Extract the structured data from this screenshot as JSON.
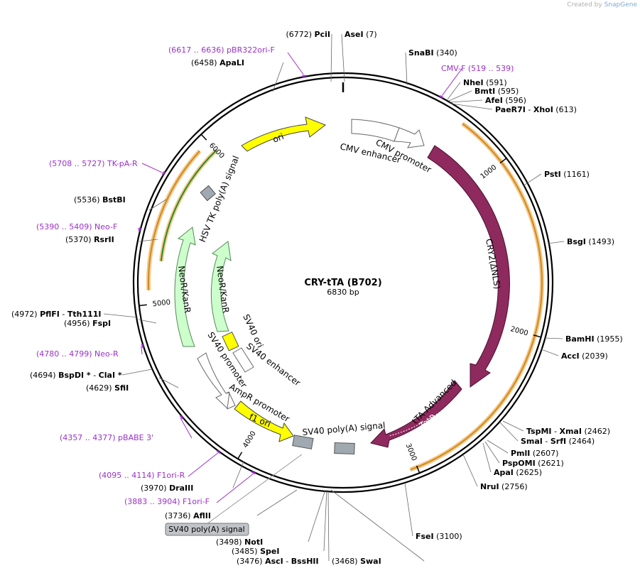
{
  "credit": {
    "prefix": "Created by",
    "brand": "SnapGene"
  },
  "plasmid": {
    "name": "CRY-tTA (B702)",
    "length_label": "6830 bp",
    "length": 6830
  },
  "colors": {
    "backbone": "#000000",
    "cry2": "#8e2a5e",
    "ori": "#ffff00",
    "neo": "#ccffcc",
    "primer": "#9b30c8",
    "orf": "#f0a030",
    "polyA": "#a0a8b0"
  },
  "ticks": [
    {
      "pos": 1000,
      "label": "1000"
    },
    {
      "pos": 2000,
      "label": "2000"
    },
    {
      "pos": 3000,
      "label": "3000"
    },
    {
      "pos": 4000,
      "label": "4000"
    },
    {
      "pos": 5000,
      "label": "5000"
    },
    {
      "pos": 6000,
      "label": "6000"
    }
  ],
  "sites": [
    {
      "name": "PciI",
      "pos_label": "(6772)"
    },
    {
      "name": "AseI",
      "pos_label": "(7)"
    },
    {
      "name": "SnaBI",
      "pos_label": "(340)"
    },
    {
      "name": "NheI",
      "pos_label": "(591)"
    },
    {
      "name": "BmtI",
      "pos_label": "(595)"
    },
    {
      "name": "AfeI",
      "pos_label": "(596)"
    },
    {
      "name": "PaeR7I",
      "name2": "XhoI",
      "pos_label": "(613)"
    },
    {
      "name": "PstI",
      "pos_label": "(1161)"
    },
    {
      "name": "BsgI",
      "pos_label": "(1493)"
    },
    {
      "name": "BamHI",
      "pos_label": "(1955)"
    },
    {
      "name": "AccI",
      "pos_label": "(2039)"
    },
    {
      "name": "TspMI",
      "name2": "XmaI",
      "pos_label": "(2462)"
    },
    {
      "name": "SmaI",
      "name2": "SrfI",
      "pos_label": "(2464)"
    },
    {
      "name": "PmlI",
      "pos_label": "(2607)"
    },
    {
      "name": "PspOMI",
      "pos_label": "(2621)"
    },
    {
      "name": "ApaI",
      "pos_label": "(2625)"
    },
    {
      "name": "NruI",
      "pos_label": "(2756)"
    },
    {
      "name": "FseI",
      "pos_label": "(3100)"
    },
    {
      "name": "SwaI",
      "pos_label": "(3468)"
    },
    {
      "name": "AscI",
      "name2": "BssHII",
      "pos_label": "(3476)"
    },
    {
      "name": "SpeI",
      "pos_label": "(3485)"
    },
    {
      "name": "NotI",
      "pos_label": "(3498)"
    },
    {
      "name": "AflII",
      "pos_label": "(3736)"
    },
    {
      "name": "DraIII",
      "pos_label": "(3970)"
    },
    {
      "name": "SfiI",
      "pos_label": "(4629)"
    },
    {
      "name": "BspDI *",
      "name2": "ClaI *",
      "pos_label": "(4694)"
    },
    {
      "name": "FspI",
      "pos_label": "(4956)"
    },
    {
      "name": "PflFI",
      "name2": "Tth111I",
      "pos_label": "(4972)"
    },
    {
      "name": "RsrII",
      "pos_label": "(5370)"
    },
    {
      "name": "BstBI",
      "pos_label": "(5536)"
    },
    {
      "name": "ApaLI",
      "pos_label": "(6458)"
    }
  ],
  "primers": [
    {
      "name": "pBR322ori-F",
      "range": "(6617 .. 6636)"
    },
    {
      "name": "CMV-F",
      "range": "(519 .. 539)"
    },
    {
      "name": "TK-pA-R",
      "range": "(5708 .. 5727)"
    },
    {
      "name": "Neo-F",
      "range": "(5390 .. 5409)"
    },
    {
      "name": "Neo-R",
      "range": "(4780 .. 4799)"
    },
    {
      "name": "pBABE 3'",
      "range": "(4357 .. 4377)"
    },
    {
      "name": "F1ori-R",
      "range": "(4095 .. 4114)"
    },
    {
      "name": "F1ori-F",
      "range": "(3883 .. 3904)"
    }
  ],
  "features": [
    {
      "name": "CMV enhancer"
    },
    {
      "name": "CMV promoter"
    },
    {
      "name": "CRY2(ΔNLS)"
    },
    {
      "name": "tTA-Advanced"
    },
    {
      "name": "TetR"
    },
    {
      "name": "SV40 poly(A) signal"
    },
    {
      "name": "f1 ori"
    },
    {
      "name": "AmpR promoter"
    },
    {
      "name": "SV40 promoter"
    },
    {
      "name": "SV40 enhancer"
    },
    {
      "name": "SV40 ori"
    },
    {
      "name": "NeoR/KanR"
    },
    {
      "name": "NeoR/KanR"
    },
    {
      "name": "HSV TK poly(A) signal"
    },
    {
      "name": "ori"
    }
  ],
  "callout": {
    "label": "SV40 poly(A) signal"
  }
}
